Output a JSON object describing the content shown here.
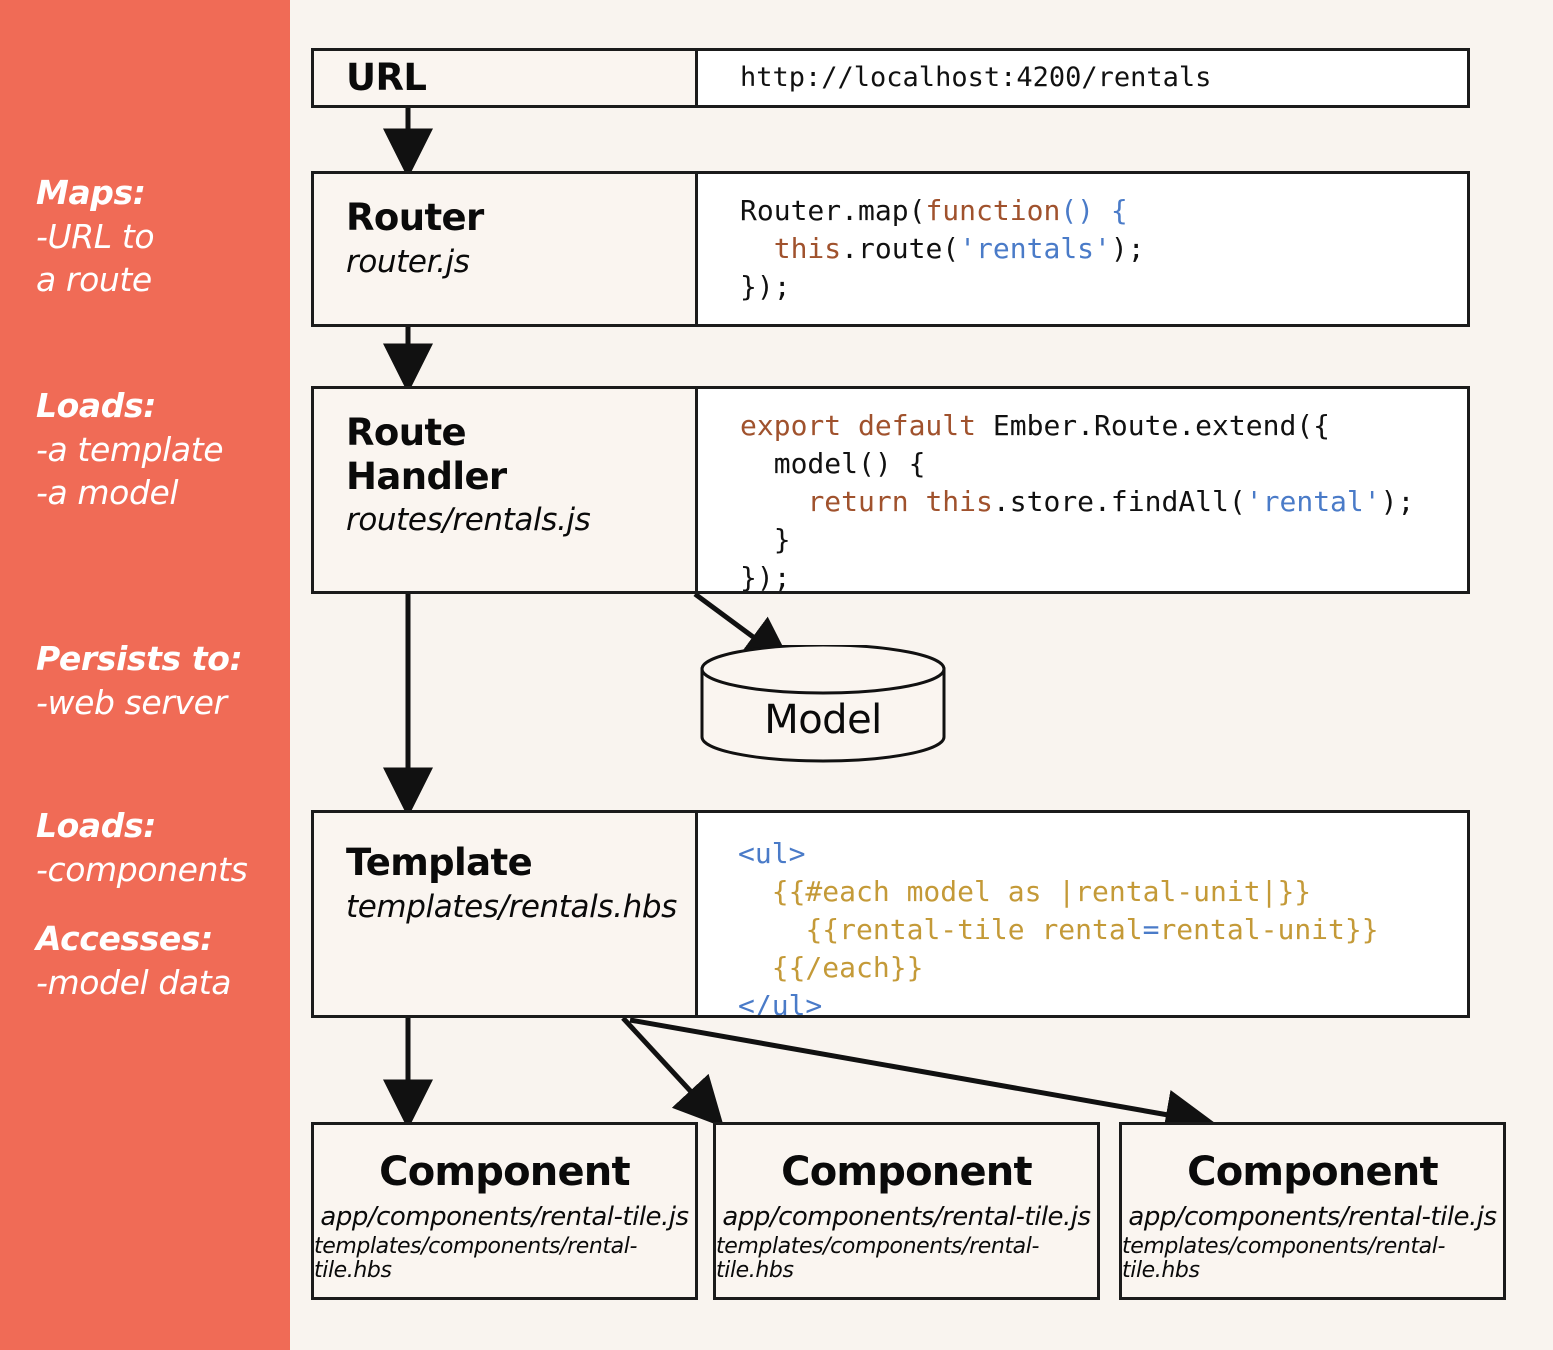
{
  "sidebar": {
    "bg_color": "#F06B56",
    "groups": [
      {
        "heading": "Maps:",
        "items": [
          "-URL to",
          "a route"
        ]
      },
      {
        "heading": "Loads:",
        "items": [
          "-a template",
          "-a model"
        ]
      },
      {
        "heading": "Persists to:",
        "items": [
          "-web server"
        ]
      },
      {
        "heading": "Loads:",
        "items": [
          "-components"
        ]
      },
      {
        "heading": "Accesses:",
        "items": [
          "-model data"
        ]
      }
    ]
  },
  "diagram": {
    "background_color": "#F9F4EF",
    "box_background": "#FAF5F0",
    "code_background": "#FFFFFF",
    "border_color": "#1b1b1b",
    "code_colors": {
      "keyword": "#A0522D",
      "string": "#4A7BC8",
      "tag": "#4A7BC8",
      "handlebars": "#C49A38",
      "plain": "#111111"
    },
    "rows": [
      {
        "name": "url",
        "title": "URL",
        "file": "",
        "code_plain": "http://localhost:4200/rentals"
      },
      {
        "name": "router",
        "title": "Router",
        "file": "router.js",
        "code_plain": "Router.map(function() {\n  this.route('rentals');\n});"
      },
      {
        "name": "route-handler",
        "title_line1": "Route",
        "title_line2": "Handler",
        "file": "routes/rentals.js",
        "code_plain": "export default Ember.Route.extend({\n  model() {\n    return this.store.findAll('rental');\n  }\n});"
      },
      {
        "name": "template",
        "title": "Template",
        "file": "templates/rentals.hbs",
        "code_plain": "<ul>\n  {{#each model as |rental-unit|}}\n    {{rental-tile rental=rental-unit}}\n  {{/each}}\n</ul>"
      }
    ],
    "model_node": {
      "label": "Model",
      "shape": "cylinder"
    },
    "components": [
      {
        "title": "Component",
        "file_js": "app/components/rental-tile.js",
        "file_hbs": "templates/components/rental-tile.hbs"
      },
      {
        "title": "Component",
        "file_js": "app/components/rental-tile.js",
        "file_hbs": "templates/components/rental-tile.hbs"
      },
      {
        "title": "Component",
        "file_js": "app/components/rental-tile.js",
        "file_hbs": "templates/components/rental-tile.hbs"
      }
    ]
  }
}
